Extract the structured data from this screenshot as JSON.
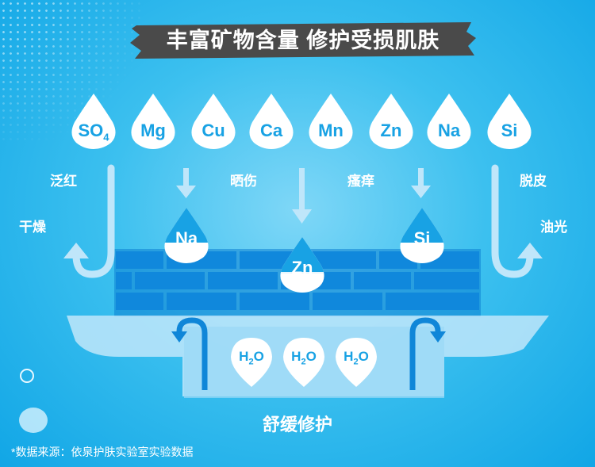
{
  "title": "丰富矿物含量 修护受损肌肤",
  "minerals": [
    {
      "symbol": "SO",
      "sub": "4"
    },
    {
      "symbol": "Mg",
      "sub": ""
    },
    {
      "symbol": "Cu",
      "sub": ""
    },
    {
      "symbol": "Ca",
      "sub": ""
    },
    {
      "symbol": "Mn",
      "sub": ""
    },
    {
      "symbol": "Zn",
      "sub": ""
    },
    {
      "symbol": "Na",
      "sub": ""
    },
    {
      "symbol": "Si",
      "sub": ""
    }
  ],
  "skin_problems": {
    "left_top": "泛红",
    "left_bottom": "干燥",
    "mid1": "晒伤",
    "mid2": "瘙痒",
    "right_top": "脱皮",
    "right_bottom": "油光"
  },
  "absorbed": [
    "Na",
    "Zn",
    "Si"
  ],
  "water": {
    "symbol": "H",
    "sub": "2",
    "tail": "O"
  },
  "care_label": "舒缓修护",
  "footnote": "*数据来源：依泉护肤实验室实验数据",
  "colors": {
    "drop": "#ffffff",
    "accent": "#18a2e4",
    "brick": "#0f86d8",
    "banner": "#4a4a4a"
  }
}
